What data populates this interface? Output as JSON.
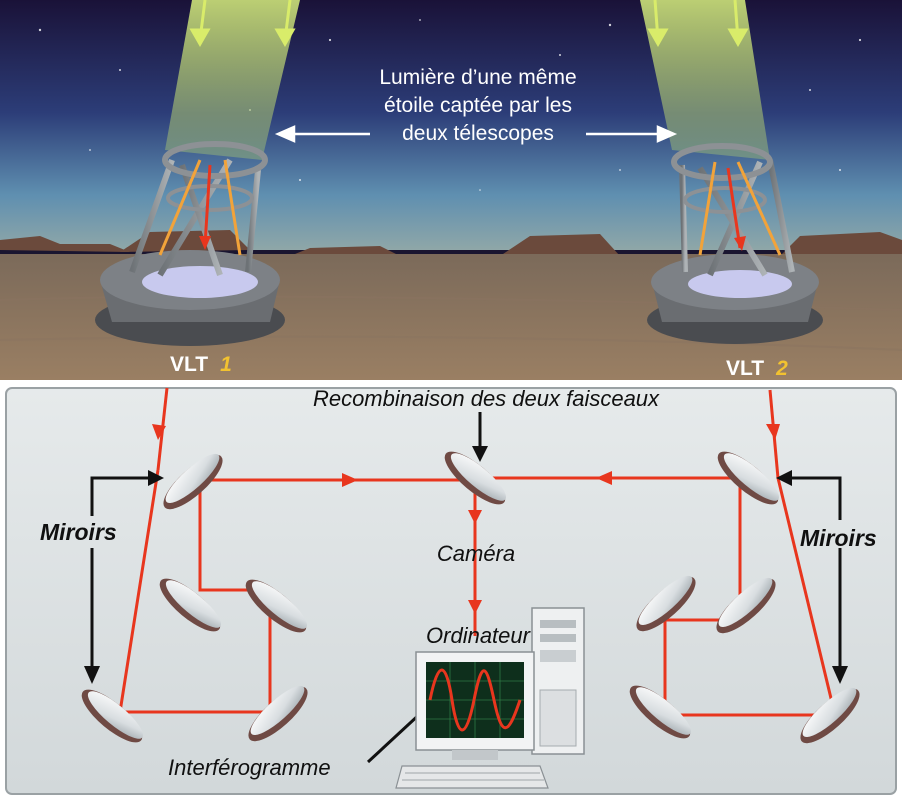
{
  "sky": {
    "caption_lines": [
      "Lumière d’une même",
      "étoile captée par les",
      "deux télescopes"
    ]
  },
  "telescopes": [
    {
      "name": "VLT",
      "number": "1"
    },
    {
      "name": "VLT",
      "number": "2"
    }
  ],
  "lab": {
    "recombination": "Recombinaison des deux faisceaux",
    "mirrors_left": "Miroirs",
    "mirrors_right": "Miroirs",
    "camera": "Caméra",
    "computer": "Ordinateur",
    "interferogram": "Interférogramme"
  },
  "colors": {
    "beam": "#e8361e",
    "starlight": "#c9e27a",
    "lab_background": "#dde2e3",
    "number_accent": "#f2c230"
  }
}
